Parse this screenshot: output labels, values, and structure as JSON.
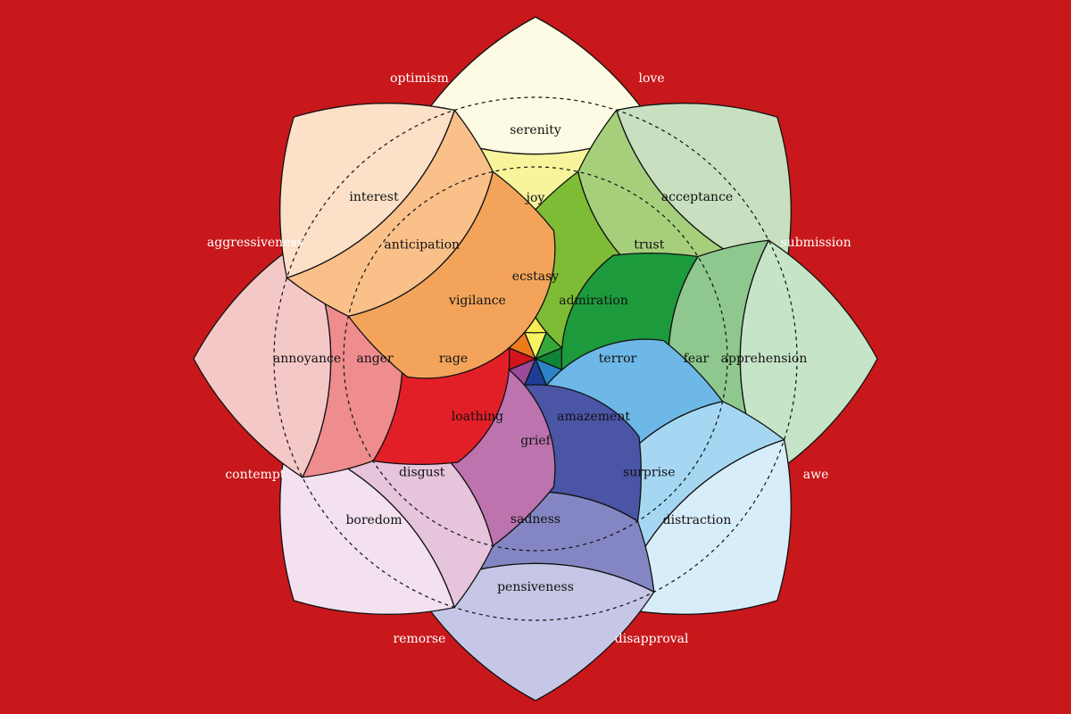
{
  "background": "#c8181b",
  "petals": [
    {
      "name": "joy",
      "tip": "#fdfbe3",
      "labels": [
        "serenity",
        "joy",
        "ecstasy"
      ],
      "colors": [
        "#f8f49c",
        "#f6ec52",
        "#f6f260"
      ]
    },
    {
      "name": "trust",
      "tip": "#c8e0c0",
      "labels": [
        "acceptance",
        "trust",
        "admiration"
      ],
      "colors": [
        "#a6cf7c",
        "#7fbc35",
        "#34a93a"
      ]
    },
    {
      "name": "fear",
      "tip": "#c6e4c8",
      "labels": [
        "apprehension",
        "fear",
        "terror"
      ],
      "colors": [
        "#8ec88e",
        "#1c9a3c",
        "#0f8437"
      ]
    },
    {
      "name": "surprise",
      "tip": "#d8edfa",
      "labels": [
        "distraction",
        "surprise",
        "amazement"
      ],
      "colors": [
        "#a6d7f2",
        "#6db8e6",
        "#2b84c8"
      ]
    },
    {
      "name": "sadness",
      "tip": "#c6c6e6",
      "labels": [
        "pensiveness",
        "sadness",
        "grief"
      ],
      "colors": [
        "#8486c4",
        "#4a55a6",
        "#1c3e94"
      ]
    },
    {
      "name": "disgust",
      "tip": "#f3e1ef",
      "labels": [
        "boredom",
        "disgust",
        "loathing"
      ],
      "colors": [
        "#e6c4dc",
        "#bc73ae",
        "#994a98"
      ]
    },
    {
      "name": "anger",
      "tip": "#f5c8c8",
      "labels": [
        "annoyance",
        "anger",
        "rage"
      ],
      "colors": [
        "#ef8c8e",
        "#e21f27",
        "#d4141b"
      ]
    },
    {
      "name": "anticipation",
      "tip": "#fde0c8",
      "labels": [
        "interest",
        "anticipation",
        "vigilance"
      ],
      "colors": [
        "#f9c08a",
        "#f4a45a",
        "#ee7b1a"
      ]
    }
  ],
  "dyads": [
    "love",
    "submission",
    "awe",
    "disapproval",
    "remorse",
    "contempt",
    "aggressiveness",
    "optimism"
  ]
}
